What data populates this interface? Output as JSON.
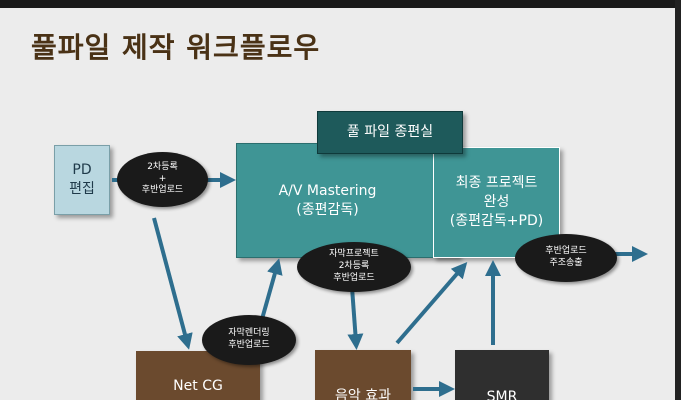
{
  "title": "풀파일 제작 워크플로우",
  "boxes": {
    "pd": {
      "line1": "PD",
      "line2": "편집"
    },
    "av": {
      "line1": "A/V Mastering",
      "line2": "(종편감독)"
    },
    "hall": {
      "label": "풀 파일 종편실"
    },
    "final": {
      "line1": "최종 프로젝트",
      "line2": "완성",
      "line3": "(종편감독+PD)"
    },
    "netcg": {
      "label": "Net CG"
    },
    "music": {
      "label": "음악 효과"
    },
    "smr": {
      "label": "SMR"
    }
  },
  "labels": {
    "upload1": {
      "line1": "2차등록",
      "line2": "+",
      "line3": "후반업로드"
    },
    "subtitle_project": {
      "line1": "자막프로젝트",
      "line2": "2차등록",
      "line3": "후반업로드"
    },
    "subtitle_render": {
      "line1": "자막렌더링",
      "line2": "후반업로드"
    },
    "upload_send": {
      "line1": "후반업로드",
      "line2": "주조송출"
    }
  },
  "colors": {
    "title": "#4a3216",
    "arrow": "#2e6e8e",
    "teal": "#3f9595",
    "dark_teal": "#1e5a5b",
    "pd": "#b9d7e0",
    "brown": "#6b4a2e",
    "smr": "#2f2f2f",
    "ellipse": "#1a1a1a",
    "background": "#ececec"
  }
}
